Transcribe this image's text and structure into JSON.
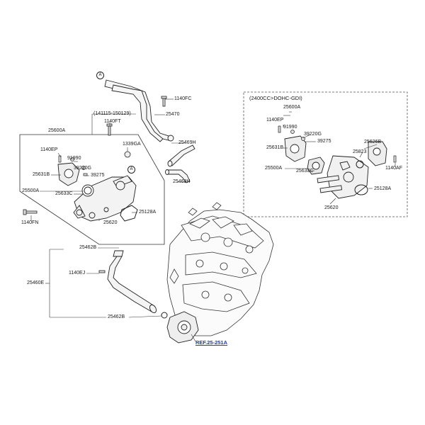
{
  "labels": {
    "p1140fc": "1140FC",
    "p25470": "25470",
    "date_range": "(141115-150129)",
    "p1140ft": "1140FT",
    "p25600a": "25600A",
    "p1339ga": "1339GA",
    "p25469h": "25469H",
    "p1140ep": "1140EP",
    "p91990": "91990",
    "p39220g": "39220G",
    "p25631b": "25631B",
    "p39275": "39275",
    "p25468h": "25468H",
    "p25500a": "25500A",
    "p25633c": "25633C",
    "p25128a": "25128A",
    "p1140fn": "1140FN",
    "p25620": "25620",
    "p25462b_top": "25462B",
    "p1140ej": "1140EJ",
    "p25460e": "25460E",
    "p25462b_bot": "25462B",
    "ref": "REF.25-251A"
  },
  "variant": {
    "header": "(2400CC>DOHC-GDI)",
    "p25600a": "25600A",
    "p1140ep": "1140EP",
    "p91990": "91990",
    "p39220g": "39220G",
    "p25631b": "25631B",
    "p39275": "39275",
    "p25626b": "25626B",
    "p25823": "25823",
    "p25500a": "25500A",
    "p25633c": "25633C",
    "p1140af": "1140AF",
    "p25128a": "25128A",
    "p25620": "25620"
  },
  "markers": {
    "a_top": "A",
    "a_mid": "A"
  },
  "colors": {
    "leader": "#333333",
    "ref_link": "#1a3fb8",
    "part_fill": "#f4f4f4",
    "part_stroke": "#222222"
  }
}
